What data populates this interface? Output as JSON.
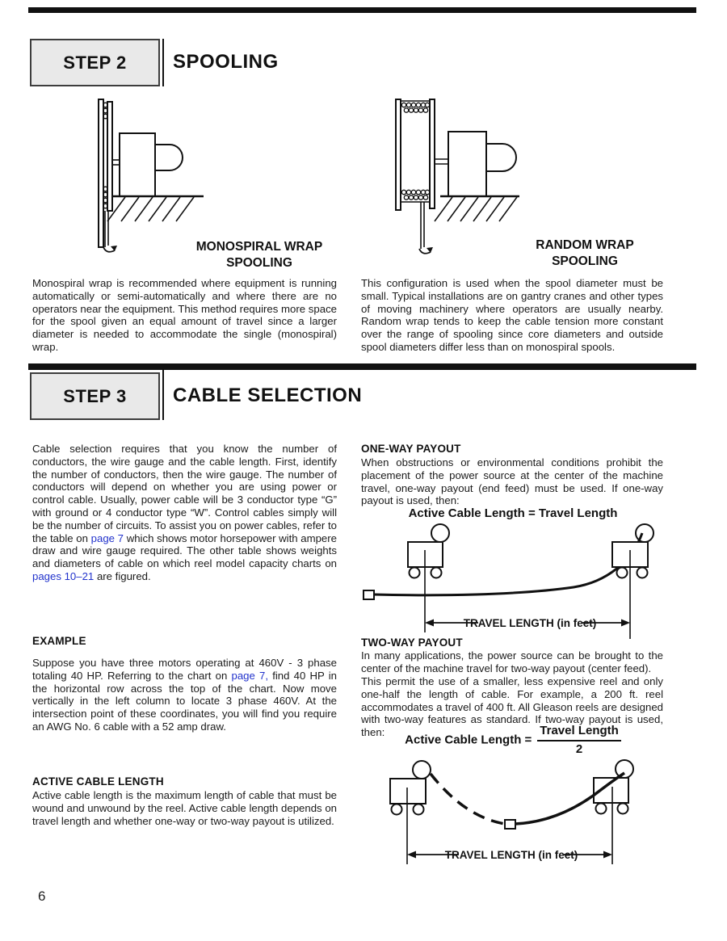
{
  "page_number": "6",
  "colors": {
    "link": "#2233cc",
    "text": "#1b1b1b",
    "bar": "#111111",
    "box_bg": "#e9e9e9"
  },
  "step2": {
    "label": "STEP 2",
    "title": "SPOOLING",
    "monospiral": {
      "caption_line1": "MONOSPIRAL WRAP",
      "caption_line2": "SPOOLING",
      "body": "Monospiral wrap is recommended where equipment is running automatically or semi-automatically and where there are no operators near the equipment. This method requires more space for the spool given an equal amount of travel since a larger diameter is needed to accommodate the single (monospiral) wrap."
    },
    "random": {
      "caption_line1": "RANDOM WRAP",
      "caption_line2": "SPOOLING",
      "body": "This configuration is used when the spool diameter must be small. Typical installations are on gantry cranes and other types of moving machinery where operators are usually nearby. Random wrap tends to keep the cable tension more constant over the range of spooling since core diameters and outside spool diameters differ less than on monospiral spools."
    }
  },
  "step3": {
    "label": "STEP 3",
    "title": "CABLE SELECTION",
    "intro": {
      "part1": "Cable selection requires that you know the number of conductors, the wire gauge and the cable length. First, identify the number of conductors, then the wire gauge. The number of conductors will depend on whether you are using power or control cable. Usually, power cable will be 3 conductor type “G” with ground or 4 conductor type “W”. Control cables simply will be the number of circuits. To assist you on power cables, refer to the table on ",
      "link1": "page 7",
      "part2": " which shows motor horsepower with ampere draw and wire gauge required. The other table shows weights and diameters of cable on which reel model capacity charts on ",
      "link2": "pages 10–21",
      "part3": " are figured."
    },
    "example": {
      "heading": "EXAMPLE",
      "part1": "Suppose you have three motors operating at 460V - 3 phase totaling 40 HP. Referring to the chart on ",
      "link": "page 7,",
      "part2": " find 40 HP in the horizontal row across the top of the chart. Now move vertically in the left column to locate 3 phase 460V. At the intersection point of these coordinates, you will find you require an AWG No. 6 cable with a 52 amp draw."
    },
    "active_cable_length": {
      "heading": "ACTIVE CABLE LENGTH",
      "body": "Active cable length is the maximum length of cable that must be wound and unwound by the reel. Active cable length depends on travel length and whether one-way or two-way payout is utilized."
    },
    "one_way": {
      "heading": "ONE-WAY PAYOUT",
      "body": "When obstructions or environmental conditions prohibit the placement of the power source at the center of the machine travel, one-way payout (end feed) must be used. If one-way payout is used, then:",
      "formula": "Active Cable Length = Travel Length",
      "dimension_label": "TRAVEL LENGTH (in feet)"
    },
    "two_way": {
      "heading": "TWO-WAY PAYOUT",
      "body1": "In many applications, the power source can be brought to the center of the machine travel for two-way payout (center feed).",
      "body2": "This permit the use of a smaller, less expensive reel and only one-half the length of cable. For example, a 200 ft. reel accommodates a travel of 400 ft. All Gleason reels are designed with two-way features as standard. If two-way payout is used, then:",
      "formula_prefix": "Active Cable Length =",
      "formula_numerator": "Travel Length",
      "formula_denominator": "2",
      "dimension_label": "TRAVEL LENGTH (in feet)"
    }
  }
}
